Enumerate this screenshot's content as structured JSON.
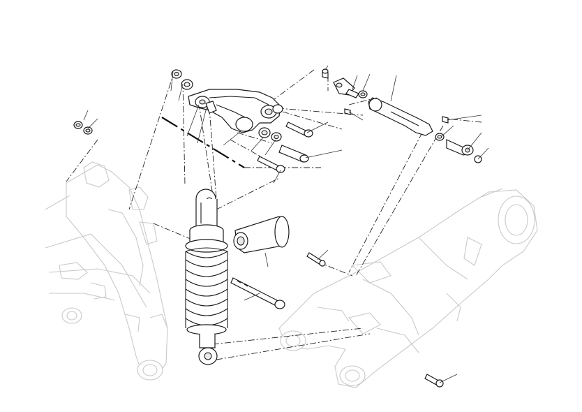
{
  "figure": {
    "background": "#ffffff",
    "ink_color": "#1a1a1a",
    "ghost_color": "#c9c9c9",
    "caption": "",
    "components": [
      "frame-outline",
      "swingarm-outline",
      "rocker-arm",
      "pushrod",
      "shock-absorber",
      "reservoir-canister",
      "long-through-bolt",
      "washers-and-bushings",
      "screws"
    ]
  }
}
